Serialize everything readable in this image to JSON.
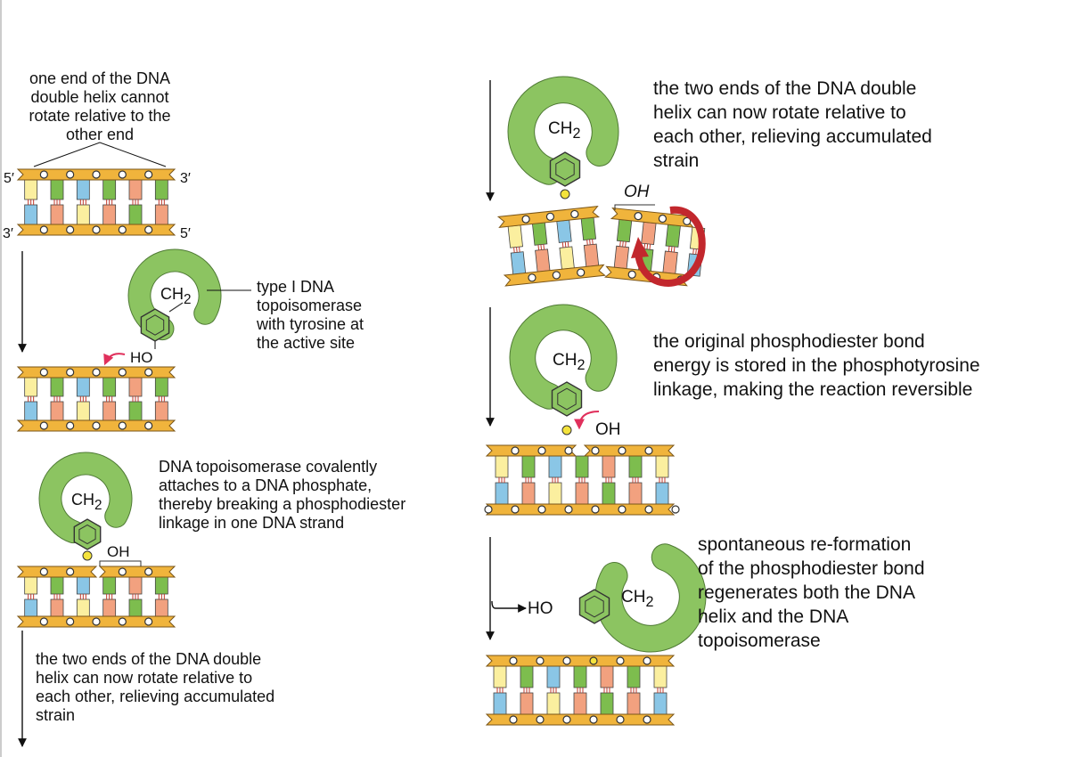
{
  "colors": {
    "backbone": "#f0b43c",
    "backbone_edge": "#7a5518",
    "enzyme": "#8cc461",
    "enzyme_edge": "#4f7a35",
    "base_yellow": "#fbef9f",
    "base_green": "#7dbd4e",
    "base_blue": "#8ac6e6",
    "base_salmon": "#f2a17f",
    "phosphate_special": "#f4e33c",
    "curved_arrow": "#e0305c",
    "rotation_arrow": "#c2272d",
    "text": "#111111"
  },
  "icons": [
    "enzyme-shape",
    "tyrosine-ring-icon",
    "curved-arrow-icon",
    "rotation-arrow-icon",
    "down-arrow-icon"
  ],
  "left_column": {
    "intro": [
      "one end of the DNA",
      "double helix cannot",
      "rotate relative to the",
      "other end"
    ],
    "end_5_top": "5′",
    "end_3_top": "3′",
    "end_3_bottom": "3′",
    "end_5_bottom": "5′",
    "enzyme_label": [
      "type I DNA",
      "topoisomerase",
      "with tyrosine at",
      "the active site"
    ],
    "ch2": "CH2",
    "ho": "HO",
    "oh": "OH",
    "attach_label": [
      "DNA topoisomerase covalently",
      "attaches to a DNA phosphate,",
      "thereby breaking a phosphodiester",
      "linkage in one DNA strand"
    ],
    "rotate_label": [
      "the two ends of the DNA double",
      "helix can now rotate relative to",
      "each other, relieving accumulated",
      "strain"
    ]
  },
  "right_column": {
    "rotate_label": [
      "the two ends of the DNA double",
      "helix can now rotate relative to",
      "each other, relieving accumulated",
      "strain"
    ],
    "ch2": "CH2",
    "oh_italic": "OH",
    "stored_label": [
      "the original phosphodiester bond",
      "energy is stored in the phosphotyrosine",
      "linkage, making the reaction reversible"
    ],
    "oh": "OH",
    "ho": "HO",
    "reform_label": [
      "spontaneous re-formation",
      "of the phosphodiester bond",
      "regenerates both the DNA",
      "helix and the DNA",
      "topoisomerase"
    ]
  }
}
